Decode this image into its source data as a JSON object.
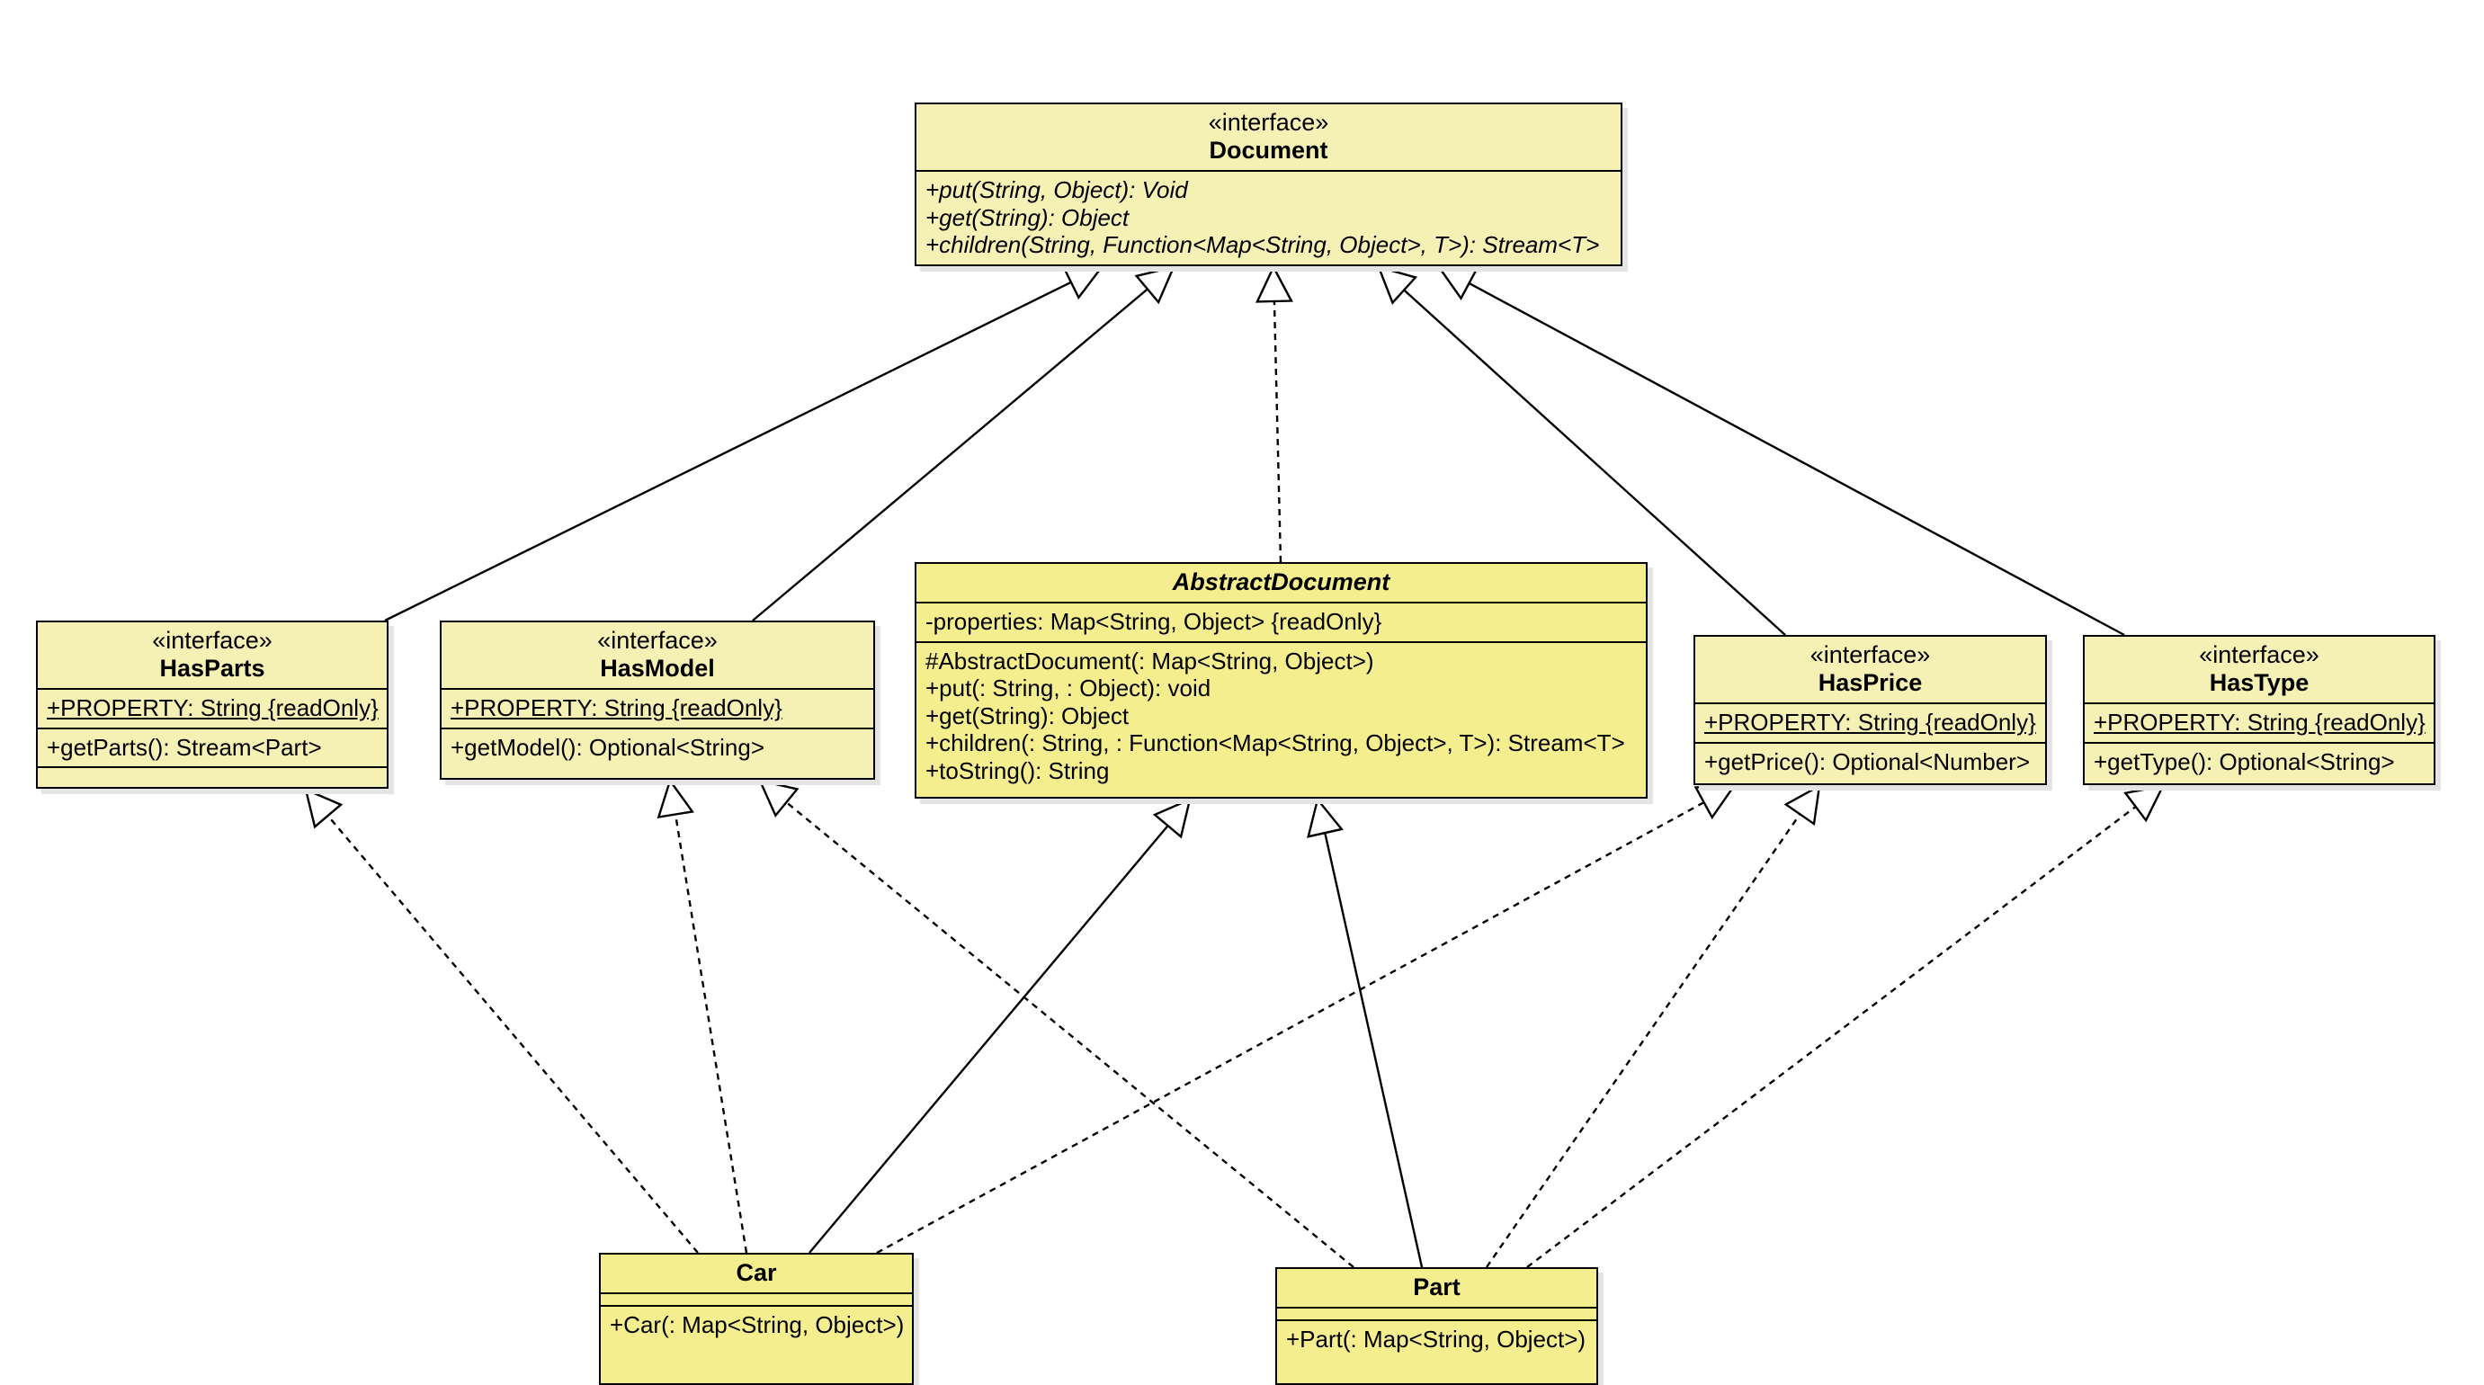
{
  "classes": {
    "document": {
      "stereotype": "«interface»",
      "name": "Document",
      "operations": [
        "+put(String, Object): Void",
        "+get(String): Object",
        "+children(String, Function<Map<String, Object>, T>): Stream<T>"
      ]
    },
    "abstract_document": {
      "name": "AbstractDocument",
      "attributes": [
        "-properties: Map<String, Object> {readOnly}"
      ],
      "operations": [
        "#AbstractDocument(: Map<String, Object>)",
        "+put(: String, : Object): void",
        "+get(String): Object",
        "+children(: String, : Function<Map<String, Object>, T>): Stream<T>",
        "+toString(): String"
      ]
    },
    "has_parts": {
      "stereotype": "«interface»",
      "name": "HasParts",
      "attributes": [
        "+PROPERTY: String {readOnly}"
      ],
      "operations": [
        "+getParts(): Stream<Part>"
      ]
    },
    "has_model": {
      "stereotype": "«interface»",
      "name": "HasModel",
      "attributes": [
        "+PROPERTY: String {readOnly}"
      ],
      "operations": [
        "+getModel(): Optional<String>"
      ]
    },
    "has_price": {
      "stereotype": "«interface»",
      "name": "HasPrice",
      "attributes": [
        "+PROPERTY: String {readOnly}"
      ],
      "operations": [
        "+getPrice(): Optional<Number>"
      ]
    },
    "has_type": {
      "stereotype": "«interface»",
      "name": "HasType",
      "attributes": [
        "+PROPERTY: String {readOnly}"
      ],
      "operations": [
        "+getType(): Optional<String>"
      ]
    },
    "car": {
      "name": "Car",
      "operations": [
        "+Car(: Map<String, Object>)"
      ]
    },
    "part": {
      "name": "Part",
      "operations": [
        "+Part(: Map<String, Object>)"
      ]
    }
  },
  "relations": [
    {
      "from": "HasParts",
      "to": "Document",
      "kind": "generalization"
    },
    {
      "from": "HasModel",
      "to": "Document",
      "kind": "generalization"
    },
    {
      "from": "HasPrice",
      "to": "Document",
      "kind": "generalization"
    },
    {
      "from": "HasType",
      "to": "Document",
      "kind": "generalization"
    },
    {
      "from": "AbstractDocument",
      "to": "Document",
      "kind": "realization"
    },
    {
      "from": "Car",
      "to": "AbstractDocument",
      "kind": "generalization"
    },
    {
      "from": "Part",
      "to": "AbstractDocument",
      "kind": "generalization"
    },
    {
      "from": "Car",
      "to": "HasParts",
      "kind": "realization"
    },
    {
      "from": "Car",
      "to": "HasModel",
      "kind": "realization"
    },
    {
      "from": "Car",
      "to": "HasPrice",
      "kind": "realization"
    },
    {
      "from": "Part",
      "to": "HasModel",
      "kind": "realization"
    },
    {
      "from": "Part",
      "to": "HasPrice",
      "kind": "realization"
    },
    {
      "from": "Part",
      "to": "HasType",
      "kind": "realization"
    }
  ]
}
